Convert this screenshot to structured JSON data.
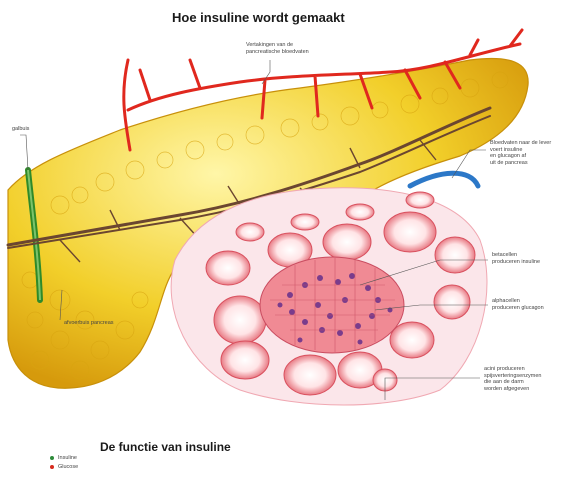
{
  "title": "Hoe insuline wordt gemaakt",
  "subtitle": "De functie van insuline",
  "labels": {
    "artery": "Vertakingen van de\npancreatische bloedvaten",
    "bile": "galbuis",
    "duct": "afvoerbuis pancreas",
    "vein": "Bloedvaten naar de lever\nvoert insuline\nen glucagon af\nuit de pancreas",
    "beta": "betacellen\nproduceren insuline",
    "alpha": "alphacellen\nproduceren glucagon",
    "acini": "acini produceren\nspijsverteringsenzymen\ndie aan de darm\nworden afgegeven"
  },
  "legend": [
    {
      "label": "Insuline",
      "color": "#2e8b3a"
    },
    {
      "label": "Glucose",
      "color": "#d62b1e"
    }
  ],
  "colors": {
    "pancreas": "#f2cf2a",
    "pancreas_dark": "#e0ad10",
    "artery": "#e0281e",
    "duct": "#6b4630",
    "bile": "#2f8a2a",
    "vein": "#2c78c8",
    "acinus": "#e8707a",
    "islet": "#7a3c8c"
  }
}
